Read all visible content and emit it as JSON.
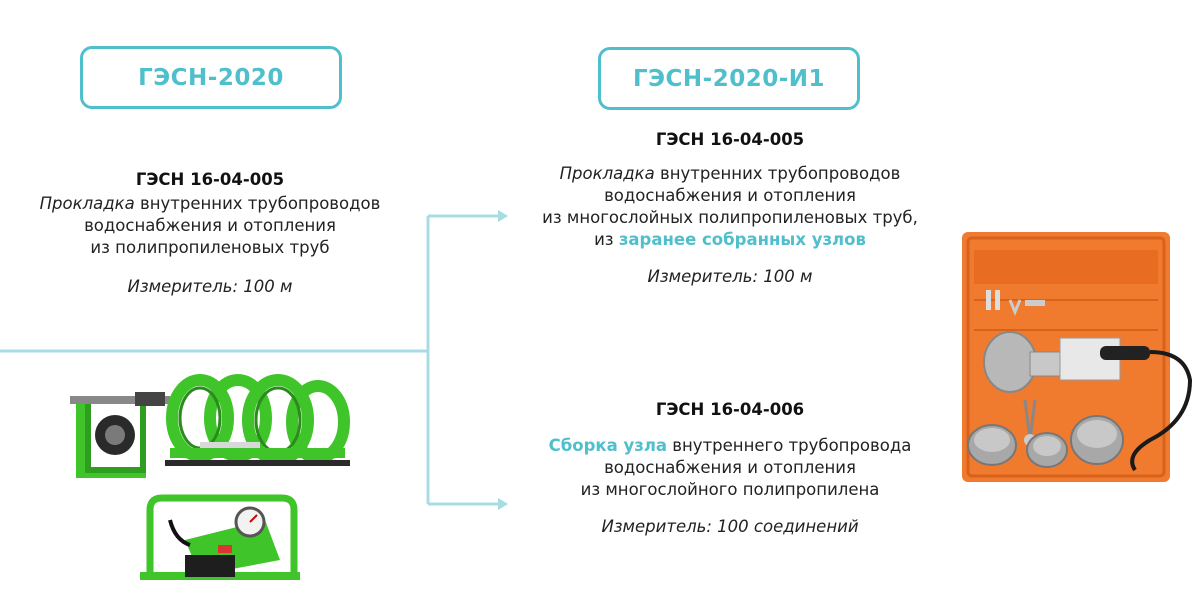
{
  "left": {
    "header": "ГЭСН-2020",
    "code": "ГЭСН 16-04-005",
    "desc_italic": "Прокладка",
    "desc_rest": "внутренних трубопроводов",
    "desc_line2": "водоснабжения и отопления",
    "desc_line3": "из полипропиленовых труб",
    "unit": "Измеритель: 100 м"
  },
  "right": {
    "header": "ГЭСН-2020-И1",
    "item1": {
      "code": "ГЭСН 16-04-005",
      "desc_italic": "Прокладка",
      "desc_rest": "внутренних трубопроводов",
      "desc_line2": "водоснабжения и отопления",
      "desc_line3": "из многослойных полипропиленовых труб,",
      "desc_line4_prefix": "из",
      "desc_line4_highlight": "заранее собранных узлов",
      "unit": "Измеритель: 100 м"
    },
    "item2": {
      "code": "ГЭСН 16-04-006",
      "desc_highlight": "Сборка узла",
      "desc_rest": "внутреннего трубопровода",
      "desc_line2": "водоснабжения и отопления",
      "desc_line3": "из многослойного полипропилена",
      "unit": "Измеритель: 100 соединений"
    }
  },
  "colors": {
    "accent": "#4fbfcc",
    "connector": "#a8dce4",
    "machine_green": "#3fc42a",
    "case_orange": "#f07a2e"
  }
}
